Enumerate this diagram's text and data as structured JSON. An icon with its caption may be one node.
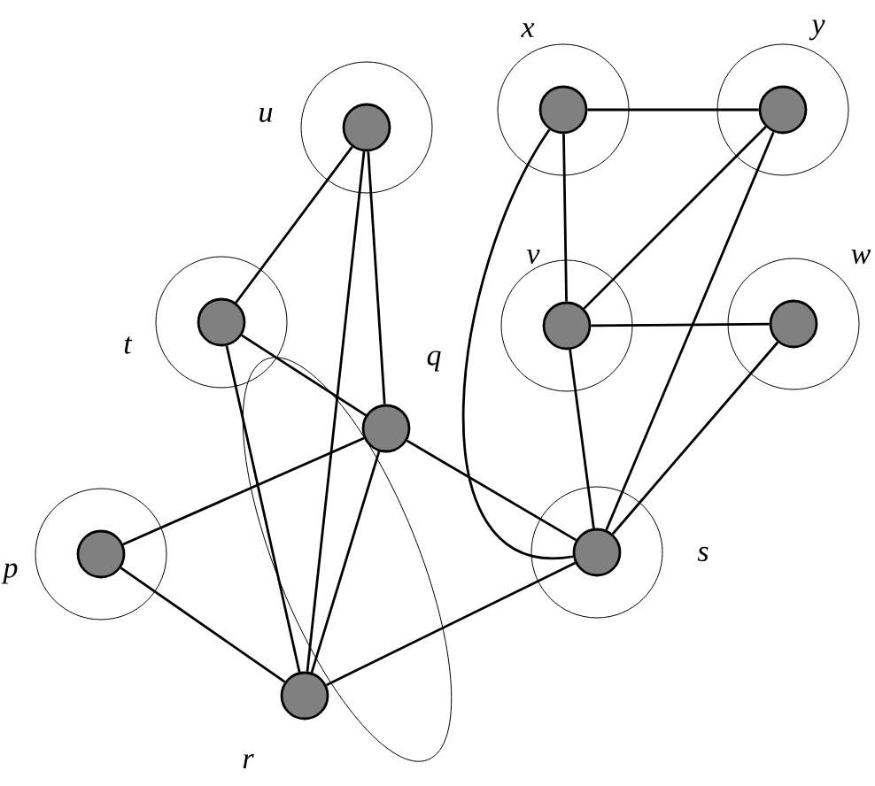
{
  "diagram": {
    "nodes": [
      {
        "text": [],
        "shape": "circle",
        "beside": [
          "u"
        ]
      },
      {
        "text": [],
        "shape": "circle",
        "beside": [
          "t"
        ]
      },
      {
        "text": [],
        "shape": "circle",
        "beside": [
          "q"
        ]
      },
      {
        "text": [],
        "shape": "circle",
        "beside": [
          "p"
        ]
      },
      {
        "text": [],
        "shape": "circle",
        "beside": [
          "r"
        ]
      },
      {
        "text": [],
        "shape": "circle",
        "beside": [
          "x"
        ]
      },
      {
        "text": [],
        "shape": "circle",
        "beside": [
          "y"
        ]
      },
      {
        "text": [],
        "shape": "circle",
        "beside": [
          "v"
        ]
      },
      {
        "text": [],
        "shape": "circle",
        "beside": [
          "w"
        ]
      },
      {
        "text": [],
        "shape": "circle",
        "beside": [
          "s"
        ]
      }
    ],
    "edges": [
      {
        "from": 0,
        "to": 1,
        "arrow": "none"
      },
      {
        "from": 0,
        "to": 4,
        "arrow": "none"
      },
      {
        "from": 0,
        "to": 2,
        "arrow": "none"
      },
      {
        "from": 1,
        "to": 2,
        "arrow": "none"
      },
      {
        "from": 1,
        "to": 4,
        "arrow": "none"
      },
      {
        "from": 2,
        "to": 3,
        "arrow": "none"
      },
      {
        "from": 2,
        "to": 4,
        "arrow": "none"
      },
      {
        "from": 2,
        "to": 9,
        "arrow": "none"
      },
      {
        "from": 3,
        "to": 4,
        "arrow": "none"
      },
      {
        "from": 4,
        "to": 9,
        "arrow": "none"
      },
      {
        "from": 5,
        "to": 6,
        "arrow": "none"
      },
      {
        "from": 5,
        "to": 7,
        "arrow": "none"
      },
      {
        "from": 5,
        "to": 9,
        "arrow": "none"
      },
      {
        "from": 6,
        "to": 7,
        "arrow": "none"
      },
      {
        "from": 6,
        "to": 9,
        "arrow": "none"
      },
      {
        "from": 7,
        "to": 8,
        "arrow": "none"
      },
      {
        "from": 7,
        "to": 9,
        "arrow": "none"
      },
      {
        "from": 8,
        "to": 9,
        "arrow": "none"
      }
    ]
  }
}
